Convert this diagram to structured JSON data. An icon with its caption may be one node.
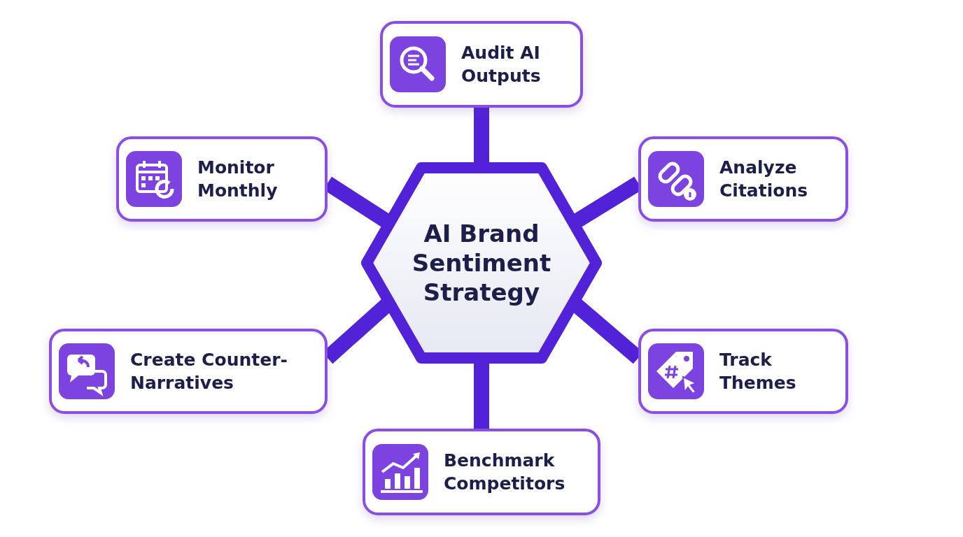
{
  "diagram": {
    "nodes": [
      {
        "text": [
          "Audit AI Outputs"
        ]
      },
      {
        "text": [
          "Monitor Monthly"
        ]
      },
      {
        "text": [
          "Analyze Citations"
        ]
      },
      {
        "text": [
          "AI Brand Sentiment Strategy"
        ]
      },
      {
        "text": [
          "Create Counter-Narratives"
        ]
      },
      {
        "text": [
          "Track Themes"
        ]
      },
      {
        "text": [
          "Benchmark Competitors"
        ]
      }
    ],
    "edges": [
      {
        "from": 3,
        "to": 0,
        "arrow": "none"
      },
      {
        "from": 3,
        "to": 1,
        "arrow": "none"
      },
      {
        "from": 3,
        "to": 2,
        "arrow": "none"
      },
      {
        "from": 3,
        "to": 4,
        "arrow": "none"
      },
      {
        "from": 3,
        "to": 5,
        "arrow": "none"
      },
      {
        "from": 3,
        "to": 6,
        "arrow": "none"
      }
    ]
  }
}
